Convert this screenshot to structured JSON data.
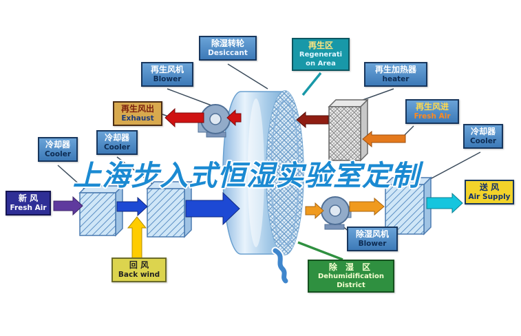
{
  "watermark": {
    "text": "上海步入式恒湿实验室定制"
  },
  "palette": {
    "label_blue": "#3d7ab8",
    "label_teal": "#1898a8",
    "label_tan": "#d8a94e",
    "label_navy": "#2f2f96",
    "label_yellow": "#f2d32a",
    "label_olive_yellow": "#dcd44e",
    "label_green": "#2f9040",
    "arrow_purple": "#5f3a9e",
    "arrow_blue": "#1d49d4",
    "arrow_yellow": "#ffcc00",
    "arrow_orange": "#f09a1e",
    "arrow_cyan": "#15c5de",
    "arrow_red": "#cf1212",
    "arrow_dark_red": "#8f1d12",
    "watermark_blue": "#1b8ad2"
  },
  "labels": {
    "desiccant": {
      "zh": "除湿转轮",
      "en": "Desiccant"
    },
    "regen_area": {
      "zh": "再生区",
      "en_line1": "Regenerati",
      "en_line2": "on Area"
    },
    "regen_blower": {
      "zh": "再生风机",
      "en": "Blower"
    },
    "regen_heater": {
      "zh": "再生加热器",
      "en": "heater"
    },
    "exhaust": {
      "zh": "再生风出",
      "en": "Exhaust"
    },
    "regen_fresh_air": {
      "zh": "再生风进",
      "en": "Fresh Air"
    },
    "cooler_left": {
      "zh": "冷却器",
      "en": "Cooler"
    },
    "cooler_mid": {
      "zh": "冷却器",
      "en": "Cooler"
    },
    "cooler_right": {
      "zh": "冷却器",
      "en": "Cooler"
    },
    "fresh_air": {
      "zh": "新  风",
      "en": "Fresh Air"
    },
    "air_supply": {
      "zh": "送  风",
      "en": "Air Supply"
    },
    "back_wind": {
      "zh": "回  风",
      "en": "Back wind"
    },
    "dehumid_blower": {
      "zh": "除湿风机",
      "en": "Blower"
    },
    "dehumid_district": {
      "zh": "除 湿 区",
      "en_line1": "Dehumidification",
      "en_line2": "District"
    }
  }
}
